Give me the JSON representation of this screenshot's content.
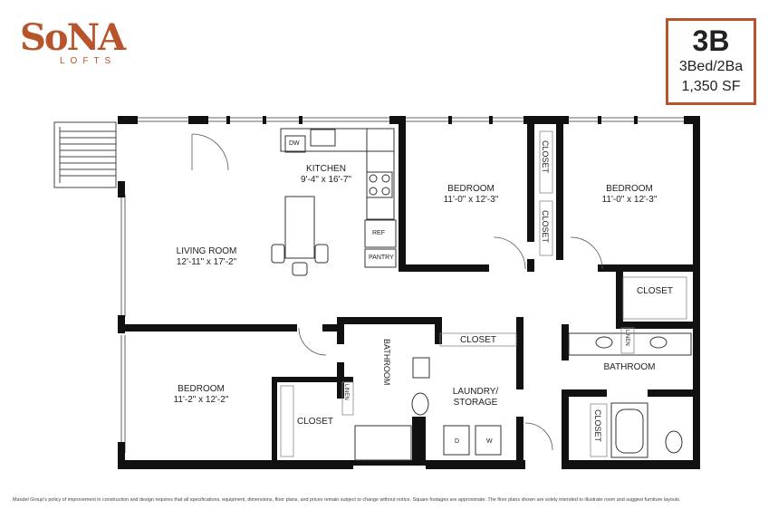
{
  "brand": {
    "name": "SoNA",
    "sub": "LOFTS",
    "color": "#b8542c"
  },
  "unit": {
    "code": "3B",
    "type": "3Bed/2Ba",
    "area": "1,350 SF"
  },
  "rooms": {
    "kitchen": {
      "name": "KITCHEN",
      "dims": "9'-4\" x 16'-7\""
    },
    "living": {
      "name": "LIVING ROOM",
      "dims": "12'-11\" x 17'-2\""
    },
    "bedroom_center": {
      "name": "BEDROOM",
      "dims": "11'-0\" x 12'-3\""
    },
    "bedroom_right": {
      "name": "BEDROOM",
      "dims": "11'-0\" x 12'-3\""
    },
    "bedroom_left": {
      "name": "BEDROOM",
      "dims": "11'-2\" x 12'-2\""
    },
    "bathroom_center": {
      "name": "BATHROOM"
    },
    "bathroom_right": {
      "name": "BATHROOM"
    },
    "laundry": {
      "line1": "LAUNDRY/",
      "line2": "STORAGE"
    }
  },
  "fixtures": {
    "dw": "DW",
    "ref": "REF",
    "pantry": "PANTRY",
    "closet": "CLOSET",
    "linen": "LINEN",
    "washer": "W",
    "dryer": "D"
  },
  "disclaimer": "Mandel Group's policy of improvement in construction and design requires that all specifications, equipment, dimensions, floor plans, and prices remain subject to change without notice. Square footages are approximate. The floor plans shown are solely intended to illustrate room and suggest furniture layouts."
}
